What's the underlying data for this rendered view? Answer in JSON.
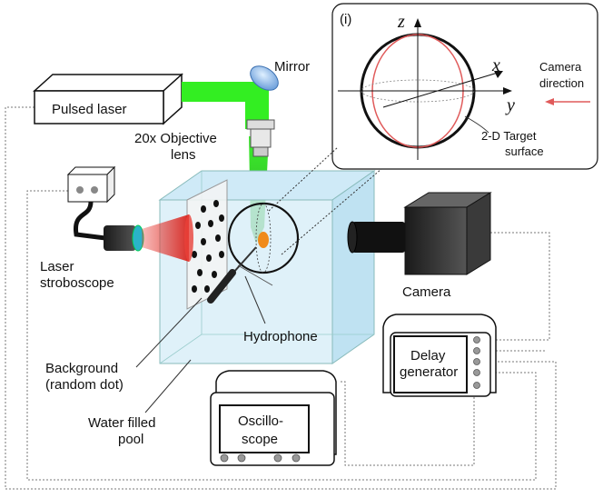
{
  "labels": {
    "pulsed_laser": "Pulsed laser",
    "mirror": "Mirror",
    "objective_line1": "20x Objective",
    "objective_line2": "lens",
    "laser_strobe_line1": "Laser",
    "laser_strobe_line2": "stroboscope",
    "camera": "Camera",
    "hydrophone": "Hydrophone",
    "background_line1": "Background",
    "background_line2": "(random dot)",
    "pool_line1": "Water filled",
    "pool_line2": "pool",
    "oscilloscope_line1": "Oscillo-",
    "oscilloscope_line2": "scope",
    "delay_line1": "Delay",
    "delay_line2": "generator"
  },
  "inset": {
    "tag": "(i)",
    "axis_z": "z",
    "axis_x": "x",
    "axis_y": "y",
    "camera_dir_line1": "Camera",
    "camera_dir_line2": "direction",
    "target_line1": "2-D Target",
    "target_line2": "surface"
  },
  "colors": {
    "laser_beam": "#33ee22",
    "pool_fill": "#cfeaf7",
    "strobe_cone": "#e8413a",
    "target_surface": "#e05a5a",
    "bubble": "#f08a1a",
    "mirror": "#7fb2e6"
  }
}
